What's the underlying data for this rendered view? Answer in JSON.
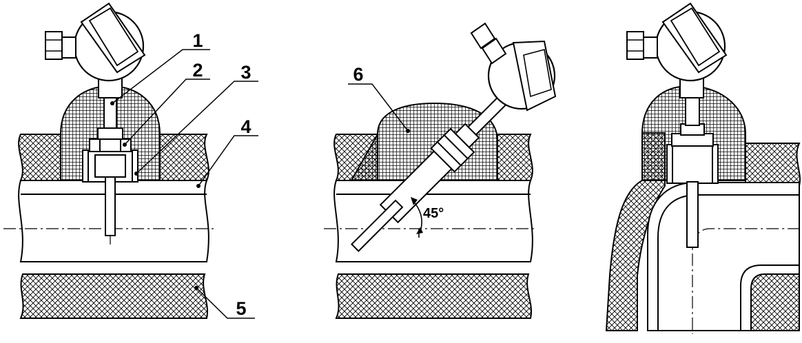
{
  "callouts": {
    "c1": "1",
    "c2": "2",
    "c3": "3",
    "c4": "4",
    "c5": "5",
    "c6": "6"
  },
  "angle_label": "45°",
  "colors": {
    "line": "#000000",
    "background": "#ffffff"
  }
}
